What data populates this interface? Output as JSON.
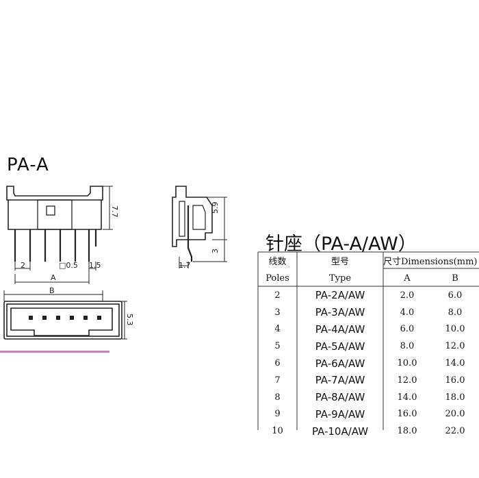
{
  "title": "PA-A",
  "dims": {
    "pitch": "2",
    "pin_square": "□0.5",
    "end_offset": "1.5",
    "a_label": "A",
    "b_label": "B",
    "height_front": "7.7",
    "height_bottom": "5.3",
    "side_height": "5.9",
    "side_pin": "3",
    "side_width": "1.7"
  },
  "spec": {
    "title": "针座（PA-A/AW）",
    "header": {
      "poles_cn": "线数",
      "poles_en": "Poles",
      "type_cn": "型号",
      "type_en": "Type",
      "dims": "尺寸Dimensions(mm)",
      "a": "A",
      "b": "B"
    },
    "rows": [
      {
        "poles": "2",
        "type": "PA-2A/AW",
        "a": "2.0",
        "b": "6.0"
      },
      {
        "poles": "3",
        "type": "PA-3A/AW",
        "a": "4.0",
        "b": "8.0"
      },
      {
        "poles": "4",
        "type": "PA-4A/AW",
        "a": "6.0",
        "b": "10.0"
      },
      {
        "poles": "5",
        "type": "PA-5A/AW",
        "a": "8.0",
        "b": "12.0"
      },
      {
        "poles": "6",
        "type": "PA-6A/AW",
        "a": "10.0",
        "b": "14.0"
      },
      {
        "poles": "7",
        "type": "PA-7A/AW",
        "a": "12.0",
        "b": "16.0"
      },
      {
        "poles": "8",
        "type": "PA-8A/AW",
        "a": "14.0",
        "b": "18.0"
      },
      {
        "poles": "9",
        "type": "PA-9A/AW",
        "a": "16.0",
        "b": "20.0"
      },
      {
        "poles": "10",
        "type": "PA-10A/AW",
        "a": "18.0",
        "b": "22.0"
      }
    ]
  }
}
